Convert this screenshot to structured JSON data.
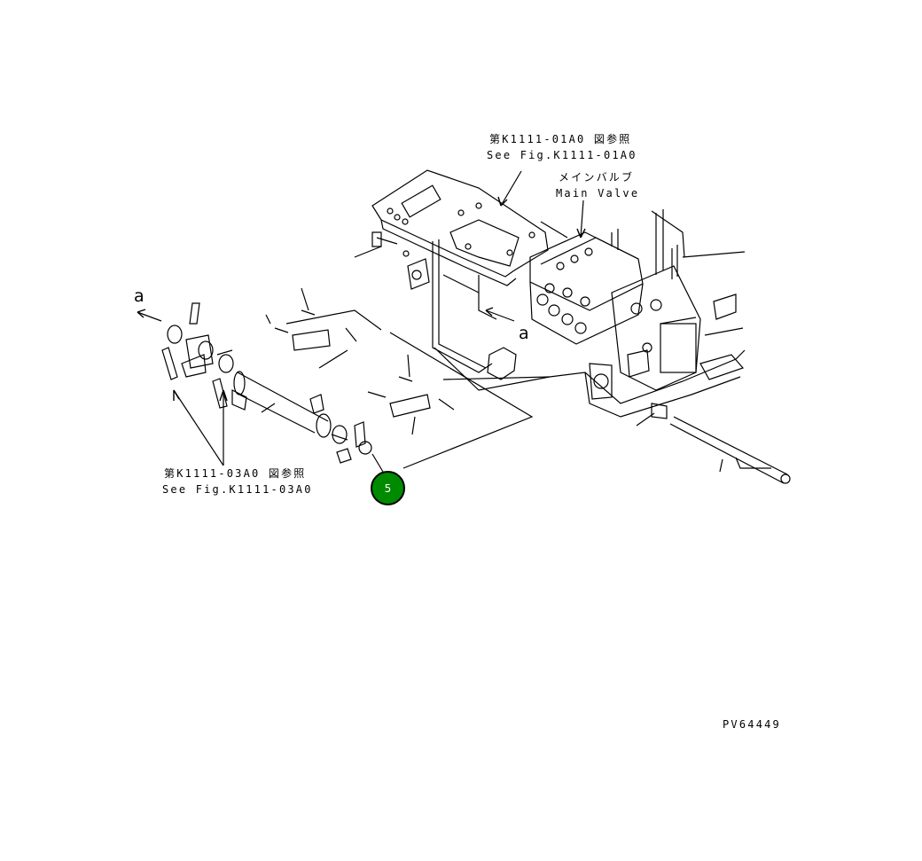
{
  "refs": {
    "top_jp": "第K1111-01A0 図参照",
    "top_en": "See Fig.K1111-01A0",
    "bottom_jp": "第K1111-03A0 図参照",
    "bottom_en": "See Fig.K1111-03A0"
  },
  "main_valve": {
    "jp": "メインバルブ",
    "en": "Main Valve"
  },
  "view_markers": {
    "left": "a",
    "right": "a"
  },
  "callout": {
    "number": "5",
    "color": "#008a00"
  },
  "drawing_code": "PV64449"
}
